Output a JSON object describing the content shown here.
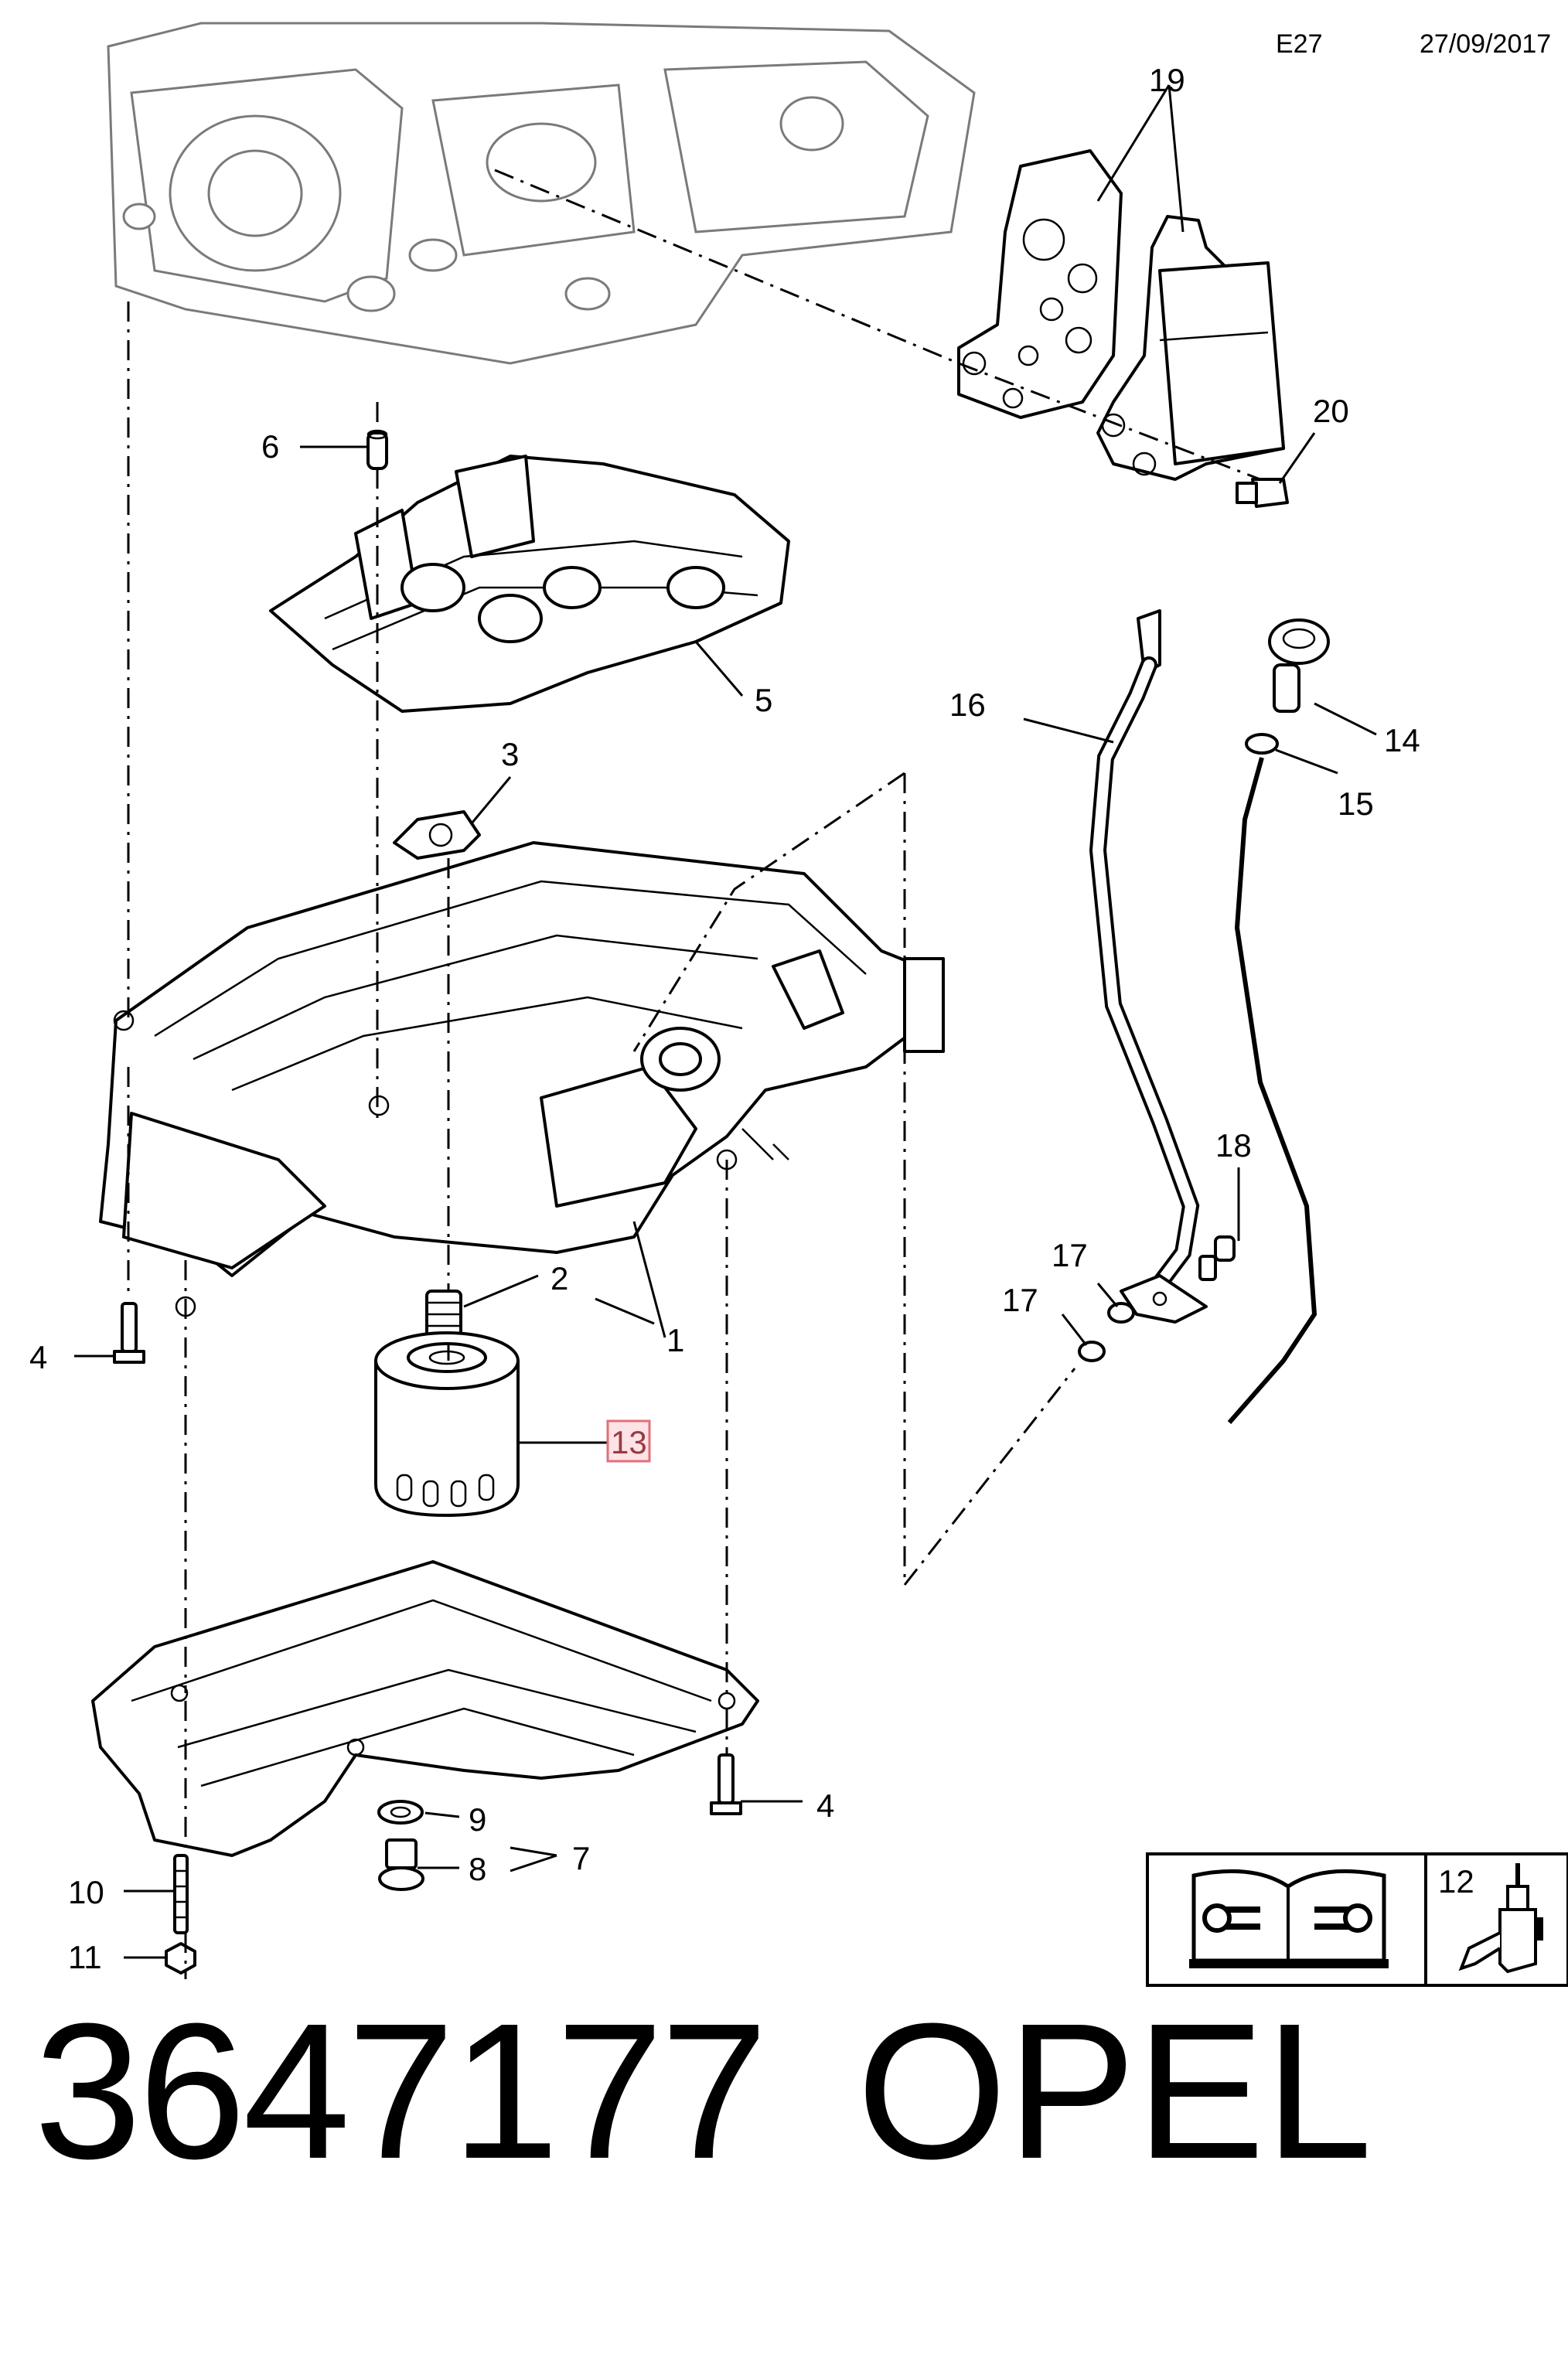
{
  "header": {
    "section_code": "E27",
    "date": "27/09/2017"
  },
  "callouts": {
    "c1": "1",
    "c2": "2",
    "c3": "3",
    "c4a": "4",
    "c4b": "4",
    "c5": "5",
    "c6": "6",
    "c7": "7",
    "c8": "8",
    "c9": "9",
    "c10": "10",
    "c11": "11",
    "c12": "12",
    "c13": "13",
    "c14": "14",
    "c15": "15",
    "c16": "16",
    "c17a": "17",
    "c17b": "17",
    "c18": "18",
    "c19": "19",
    "c20": "20"
  },
  "highlight": {
    "part": "13",
    "color": "#e36f7a",
    "fill": "#fde3e6"
  },
  "legend": {
    "manual_icon": "service-manual-wrench-icon",
    "sealant_icon": "sealant-tube-icon"
  },
  "footer": {
    "part_number": "3647177",
    "brand": "OPEL"
  }
}
